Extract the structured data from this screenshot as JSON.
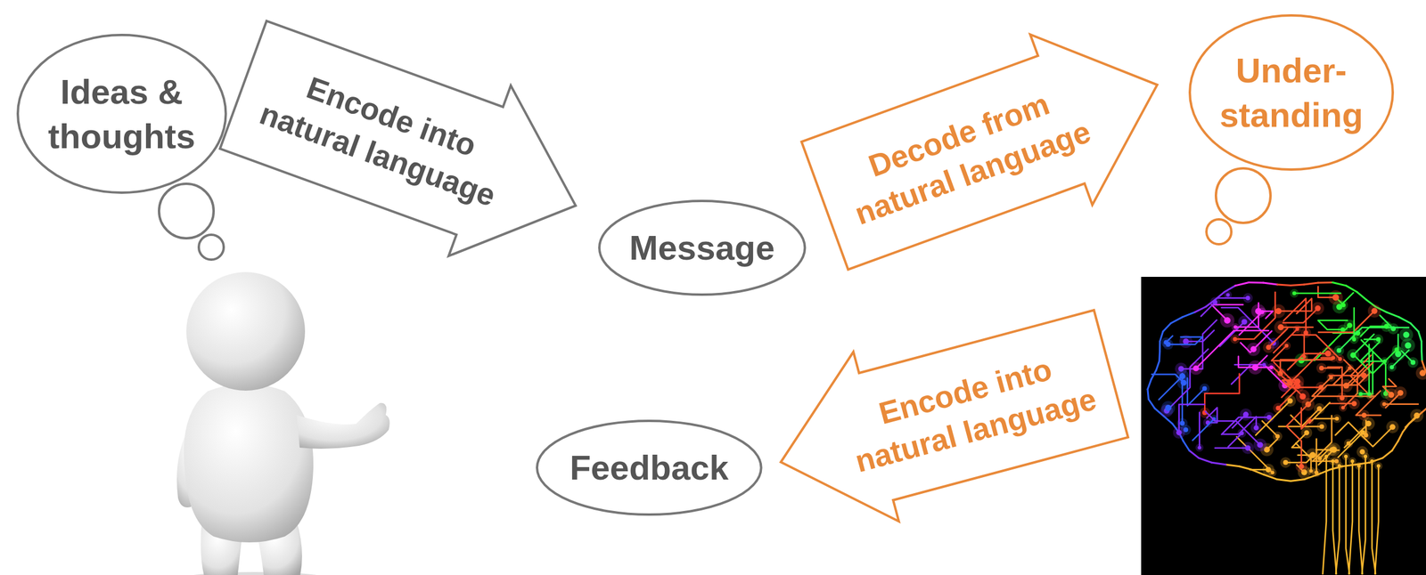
{
  "diagram": {
    "nodes": [
      {
        "text": [
          "Ideas & thoughts"
        ]
      },
      {
        "text": [
          "Encode into natural language"
        ]
      },
      {
        "text": [
          "Message"
        ]
      },
      {
        "text": [
          "Decode from natural language"
        ]
      },
      {
        "text": [
          "Under- standing"
        ]
      },
      {
        "text": [
          "Encode into natural language"
        ]
      },
      {
        "text": [
          "Feedback"
        ]
      }
    ]
  }
}
